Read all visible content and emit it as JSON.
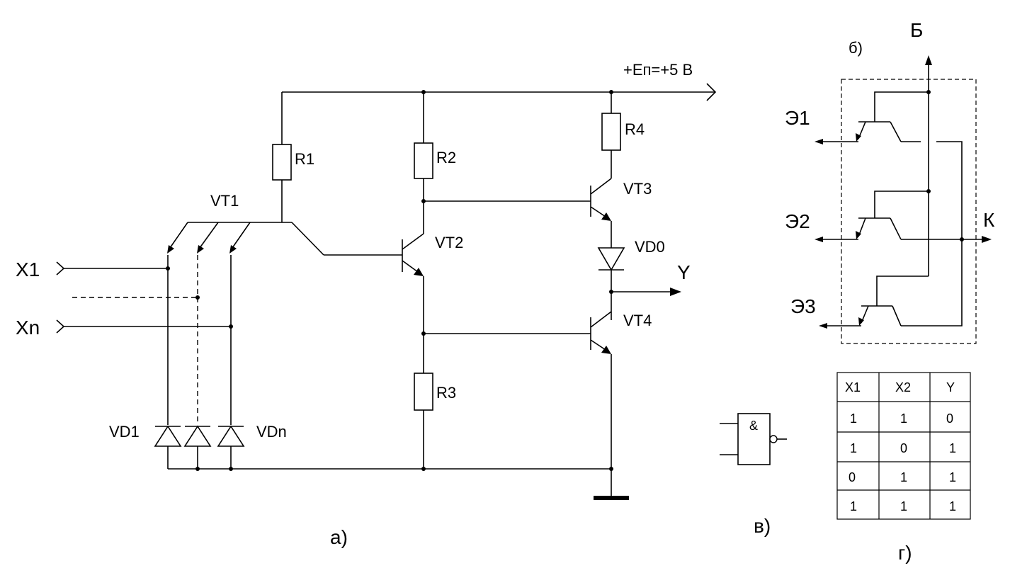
{
  "circuit": {
    "supply_label": "+Eп=+5 В",
    "inputs": [
      "X1",
      "Xn"
    ],
    "output": "Y",
    "transistors": [
      "VT1",
      "VT2",
      "VT3",
      "VT4"
    ],
    "resistors": [
      "R1",
      "R2",
      "R3",
      "R4"
    ],
    "diodes": [
      "VD0",
      "VD1",
      "VDn"
    ],
    "caption": "а)"
  },
  "multi_emitter": {
    "caption": "б)",
    "base": "Б",
    "collector": "К",
    "emitters": [
      "Э1",
      "Э2",
      "Э3"
    ]
  },
  "symbol": {
    "caption": "в)",
    "gate_label": "&"
  },
  "truth_table": {
    "caption": "г)",
    "headers": [
      "X1",
      "X2",
      "Y"
    ],
    "rows": [
      [
        "1",
        "1",
        "0"
      ],
      [
        "1",
        "0",
        "1"
      ],
      [
        "0",
        "1",
        "1"
      ],
      [
        "1",
        "1",
        "1"
      ]
    ]
  }
}
